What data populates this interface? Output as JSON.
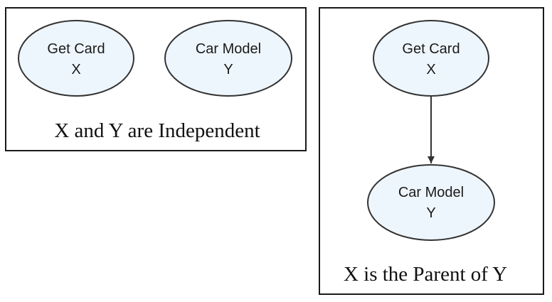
{
  "colors": {
    "node_fill": "#eef6fd",
    "node_stroke": "#333333",
    "frame_stroke": "#1a1a1a",
    "edge": "#333333"
  },
  "panel_independent": {
    "caption": "X and Y are Independent",
    "node_x": {
      "line1": "Get Card",
      "line2": "X"
    },
    "node_y": {
      "line1": "Car Model",
      "line2": "Y"
    }
  },
  "panel_parent": {
    "caption": "X is the Parent of Y",
    "node_x": {
      "line1": "Get Card",
      "line2": "X"
    },
    "node_y": {
      "line1": "Car Model",
      "line2": "Y"
    }
  }
}
